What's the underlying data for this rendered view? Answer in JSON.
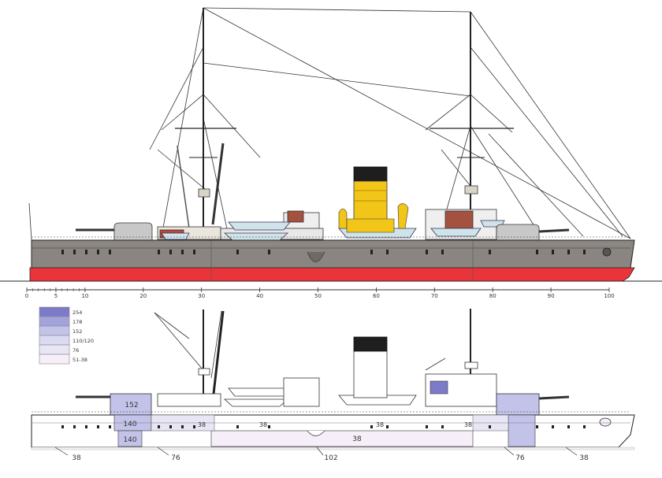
{
  "scale": {
    "ticks": [
      "0",
      "5",
      "10",
      "20",
      "30",
      "40",
      "50",
      "60",
      "70",
      "80",
      "90",
      "100"
    ]
  },
  "legend": {
    "entries": [
      {
        "label": "254",
        "color": "#7b7bc8"
      },
      {
        "label": "178",
        "color": "#a3a3dc"
      },
      {
        "label": "152",
        "color": "#c3c3ea"
      },
      {
        "label": "110/120",
        "color": "#dadaf2"
      },
      {
        "label": "76",
        "color": "#e8e6f5"
      },
      {
        "label": "51-38",
        "color": "#f6eef8"
      }
    ]
  },
  "armor_labels": {
    "barbette_fore": "152",
    "turret_fore_side": "140",
    "belt_fore": "140",
    "casemate_1": "38",
    "casemate_2": "38",
    "casemate_3": "38",
    "casemate_4": "38",
    "belt_mid": "38",
    "callout_bow": "38",
    "callout_fore": "76",
    "callout_mid": "102",
    "callout_aft": "76",
    "callout_stern": "38"
  },
  "colors": {
    "hull_grey": "#8a8580",
    "boot_red": "#e8343a",
    "funnel_yellow": "#f2c619",
    "funnel_black": "#1e1e1e",
    "boat_blue": "#cfe3ea",
    "turret_grey": "#c8c8c8"
  }
}
